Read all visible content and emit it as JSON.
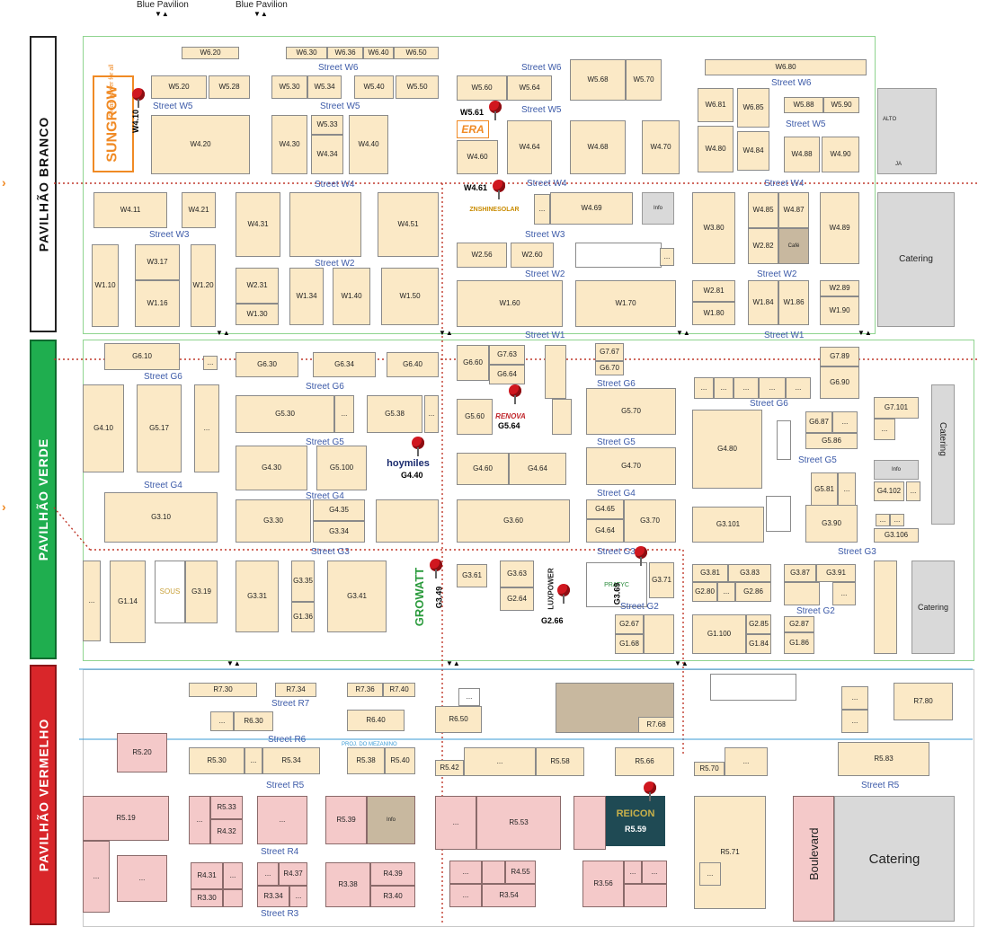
{
  "top_labels": {
    "blue_pavilion_1": "Blue Pavilion",
    "blue_pavilion_2": "Blue Pavilion"
  },
  "halls": {
    "branco": "PAVILHÃO BRANCO",
    "verde": "PAVILHÃO VERDE",
    "vermelho": "PAVILHÃO VERMELHO"
  },
  "streets": {
    "w6a": "Street W6",
    "w6b": "Street W6",
    "w6c": "Street W6",
    "w5a": "Street W5",
    "w5b": "Street W5",
    "w5c": "Street W5",
    "w5d": "Street W5",
    "w4a": "Street W4",
    "w4b": "Street W4",
    "w4c": "Street W4",
    "w3a": "Street W3",
    "w3b": "Street W3",
    "w2a": "Street W2",
    "w2b": "Street W2",
    "w2c": "Street W2",
    "w1a": "Street W1",
    "w1b": "Street W1",
    "g6a": "Street G6",
    "g6b": "Street G6",
    "g6c": "Street G6",
    "g6d": "Street G6",
    "g5a": "Street G5",
    "g5b": "Street G5",
    "g5c": "Street G5",
    "g4a": "Street G4",
    "g4b": "Street G4",
    "g4c": "Street G4",
    "g3a": "Street G3",
    "g3b": "Street G3",
    "g3c": "Street G3",
    "g2a": "Street G2",
    "g2b": "Street G2",
    "r7": "Street R7",
    "r6": "Street R6",
    "r5a": "Street R5",
    "r5b": "Street R5",
    "r4": "Street R4",
    "r3": "Street R3"
  },
  "booths": {
    "w620": "W6.20",
    "w630": "W6.30",
    "w636": "W6.36",
    "w640": "W6.40",
    "w650": "W6.50",
    "w680": "W6.80",
    "w520": "W5.20",
    "w528": "W5.28",
    "w530": "W5.30",
    "w534": "W5.34",
    "w540": "W5.40",
    "w550": "W5.50",
    "w560": "W5.60",
    "w564": "W5.64",
    "w568": "W5.68",
    "w570": "W5.70",
    "w533": "W5.33",
    "w681": "W6.81",
    "w685": "W6.85",
    "w588": "W5.88",
    "w590": "W5.90",
    "w420": "W4.20",
    "w430": "W4.30",
    "w434": "W4.34",
    "w440": "W4.40",
    "w460": "W4.60",
    "w464": "W4.64",
    "w468": "W4.68",
    "w470": "W4.70",
    "w480": "W4.80",
    "w484": "W4.84",
    "w488": "W4.88",
    "w490": "W4.90",
    "w411": "W4.11",
    "w421": "W4.21",
    "w431": "W4.31",
    "w451": "W4.51",
    "w469": "W4.69",
    "w485": "W4.85",
    "w487": "W4.87",
    "w489": "W4.89",
    "w380": "W3.80",
    "w282": "W2.82",
    "w317": "W3.17",
    "w256": "W2.56",
    "w260": "W2.60",
    "w110": "W1.10",
    "w116": "W1.16",
    "w120": "W1.20",
    "w231": "W2.31",
    "w130": "W1.30",
    "w134": "W1.34",
    "w140": "W1.40",
    "w150": "W1.50",
    "w160": "W1.60",
    "w170": "W1.70",
    "w281": "W2.81",
    "w180": "W1.80",
    "w184": "W1.84",
    "w186": "W1.86",
    "w289": "W2.89",
    "w190": "W1.90",
    "g610": "G6.10",
    "g630": "G6.30",
    "g634": "G6.34",
    "g640": "G6.40",
    "g660": "G6.60",
    "g763": "G7.63",
    "g664": "G6.64",
    "g767": "G7.67",
    "g670": "G6.70",
    "g789": "G7.89",
    "g690": "G6.90",
    "g410": "G4.10",
    "g517": "G5.17",
    "g530": "G5.30",
    "g538": "G5.38",
    "g560": "G5.60",
    "g570": "G5.70",
    "g7101": "G7.101",
    "g687": "G6.87",
    "g586": "G5.86",
    "g480": "G4.80",
    "g430": "G4.30",
    "g5100": "G5.100",
    "g460": "G4.60",
    "g464": "G4.64",
    "g470": "G4.70",
    "g581": "G5.81",
    "g4102": "G4.102",
    "g310": "G3.10",
    "g330": "G3.30",
    "g435": "G4.35",
    "g334": "G3.34",
    "g360": "G3.60",
    "g465": "G4.65",
    "g370": "G3.70",
    "g464b": "G4.64",
    "g3101": "G3.101",
    "g390": "G3.90",
    "g3106": "G3.106",
    "g319": "G3.19",
    "g331": "G3.31",
    "g335": "G3.35",
    "g136": "G1.36",
    "g341": "G3.41",
    "g361": "G3.61",
    "g363": "G3.63",
    "g264": "G2.64",
    "g371": "G3.71",
    "g381": "G3.81",
    "g383": "G3.83",
    "g387": "G3.87",
    "g391": "G3.91",
    "g280": "G2.80",
    "g286": "G2.86",
    "g114": "G1.14",
    "g267": "G2.67",
    "g168": "G1.68",
    "g1100": "G1.100",
    "g285": "G2.85",
    "g184": "G1.84",
    "g287": "G2.87",
    "g186": "G1.86",
    "r730": "R7.30",
    "r734": "R7.34",
    "r736": "R7.36",
    "r740": "R7.40",
    "r630": "R6.30",
    "r640": "R6.40",
    "r650": "R6.50",
    "r768": "R7.68",
    "r780": "R7.80",
    "r520": "R5.20",
    "r530": "R5.30",
    "r534": "R5.34",
    "r538": "R5.38",
    "r540": "R5.40",
    "r542": "R5.42",
    "r558": "R5.58",
    "r566": "R5.66",
    "r570": "R5.70",
    "r583": "R5.83",
    "r519": "R5.19",
    "r533": "R5.33",
    "r432": "R4.32",
    "r539": "R5.39",
    "r553": "R5.53",
    "r571": "R5.71",
    "r431": "R4.31",
    "r330": "R3.30",
    "r437": "R4.37",
    "r334": "R3.34",
    "r338": "R3.38",
    "r439": "R4.39",
    "r340": "R3.40",
    "r455": "R4.55",
    "r354": "R3.54",
    "r356": "R3.56"
  },
  "misc": {
    "info1": "Info",
    "cafe": "Café",
    "catering1": "Catering",
    "catering2": "Catering",
    "catering3": "Catering",
    "catering4": "Catering",
    "info2": "Info",
    "info3": "Info",
    "boulevard": "Boulevard",
    "dots": "...",
    "alto": "ALTO",
    "ja": "JA",
    "proj": "PROJ. DO MEZANINO"
  },
  "pins": {
    "w410": "W4.10",
    "w561": "W5.61",
    "w461": "W4.61",
    "g564": "G5.64",
    "g440": "G4.40",
    "g349": "G3.49",
    "g369": "G3.69",
    "g266": "G2.66",
    "r559": "R5.59"
  },
  "logos": {
    "sungrow": "SUNGROW",
    "sungrow_sub": "Clean power for all",
    "era": "ERA",
    "znshine": "ZNSHINESOLAR",
    "renova": "RENOVA",
    "hoymiles": "hoymiles",
    "growatt": "GROWATT",
    "luxpower": "LUXPOWER",
    "pratyc": "PRATYC",
    "reicon": "REICON",
    "sous": "SOUS"
  }
}
